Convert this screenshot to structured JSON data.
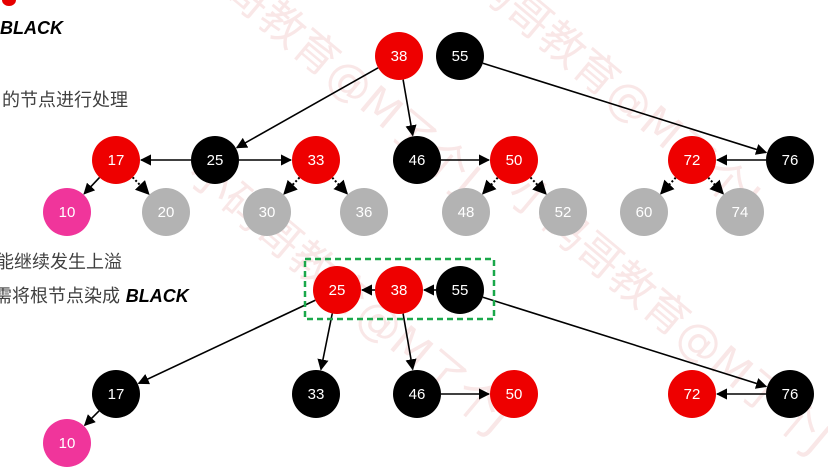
{
  "colors": {
    "red": "#ee0000",
    "black": "#000000",
    "gray": "#b3b3b3",
    "pink": "#f0359b",
    "highlight_box": "#1aa84a"
  },
  "texts": {
    "top_black": "BLACK",
    "line1": "的节点进行处理",
    "line2": "能继续发生上溢",
    "line3_prefix": "需将根节点染成",
    "line3_bold": "BLACK"
  },
  "top_tree": {
    "nodes": [
      {
        "key": "38",
        "color": "red"
      },
      {
        "key": "55",
        "color": "black"
      },
      {
        "key": "17",
        "color": "red"
      },
      {
        "key": "25",
        "color": "black"
      },
      {
        "key": "33",
        "color": "red"
      },
      {
        "key": "46",
        "color": "black"
      },
      {
        "key": "50",
        "color": "red"
      },
      {
        "key": "72",
        "color": "red"
      },
      {
        "key": "76",
        "color": "black"
      },
      {
        "key": "10",
        "color": "pink"
      },
      {
        "key": "20",
        "color": "gray"
      },
      {
        "key": "30",
        "color": "gray"
      },
      {
        "key": "36",
        "color": "gray"
      },
      {
        "key": "48",
        "color": "gray"
      },
      {
        "key": "52",
        "color": "gray"
      },
      {
        "key": "60",
        "color": "gray"
      },
      {
        "key": "74",
        "color": "gray"
      }
    ]
  },
  "bottom_tree": {
    "nodes": [
      {
        "key": "25",
        "color": "red"
      },
      {
        "key": "38",
        "color": "red"
      },
      {
        "key": "55",
        "color": "black"
      },
      {
        "key": "17",
        "color": "black"
      },
      {
        "key": "33",
        "color": "black"
      },
      {
        "key": "46",
        "color": "black"
      },
      {
        "key": "50",
        "color": "red"
      },
      {
        "key": "72",
        "color": "red"
      },
      {
        "key": "76",
        "color": "black"
      },
      {
        "key": "10",
        "color": "pink"
      }
    ]
  }
}
